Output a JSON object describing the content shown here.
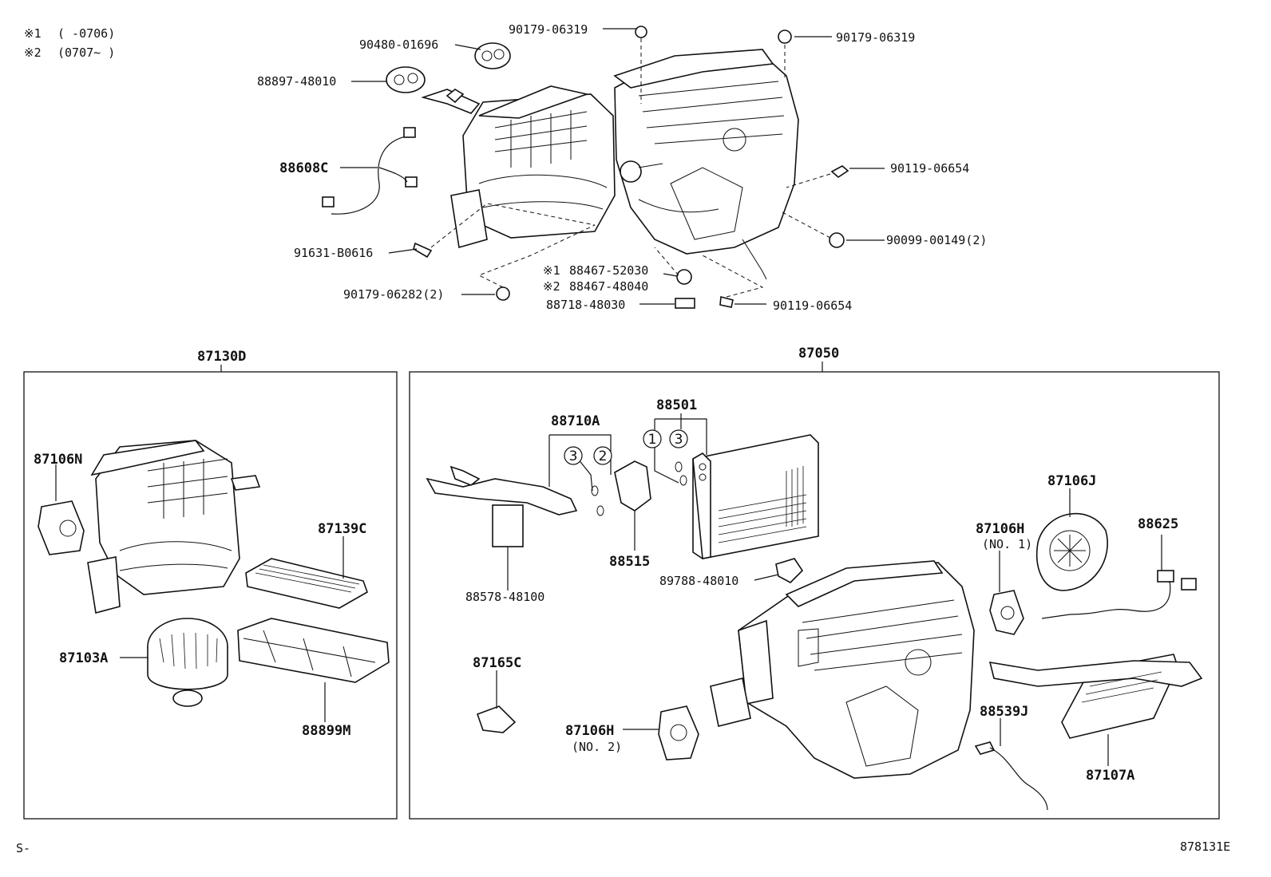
{
  "notes": {
    "note1_mark": "※1",
    "note1_range": "(      -0706)",
    "note2_mark": "※2",
    "note2_range": "(0707~      )"
  },
  "top_labels": {
    "p90179_06319_a": "90179-06319",
    "p90179_06319_b": "90179-06319",
    "p90480_01696": "90480-01696",
    "p88897_48010": "88897-48010",
    "p88608c": "88608C",
    "p90119_06654_a": "90119-06654",
    "p90099_00149": "90099-00149(2)",
    "p91631_b0616": "91631-B0616",
    "p88467_52030": "88467-52030",
    "p88467_52030_mark": "※1",
    "p88467_48040": "88467-48040",
    "p88467_48040_mark": "※2",
    "p90179_06282": "90179-06282(2)",
    "p88718_48030": "88718-48030",
    "p90119_06654_b": "90119-06654"
  },
  "left_group": {
    "title": "87130D",
    "p87106n": "87106N",
    "p87139c": "87139C",
    "p87103a": "87103A",
    "p88899m": "88899M"
  },
  "right_group": {
    "title": "87050",
    "p88710a": "88710A",
    "p88501": "88501",
    "p88515": "88515",
    "p88578_48100": "88578-48100",
    "p89788_48010": "89788-48010",
    "p87106j": "87106J",
    "p87106h_no1": "87106H",
    "no1": "(NO. 1)",
    "p88625": "88625",
    "p87165c": "87165C",
    "p87106h_no2": "87106H",
    "no2": "(NO. 2)",
    "p88539j": "88539J",
    "p87107a": "87107A",
    "circle_3a": "3",
    "circle_2": "2",
    "circle_1": "1",
    "circle_3b": "3"
  },
  "footer": {
    "left_mark": "S-",
    "code": "878131E"
  }
}
